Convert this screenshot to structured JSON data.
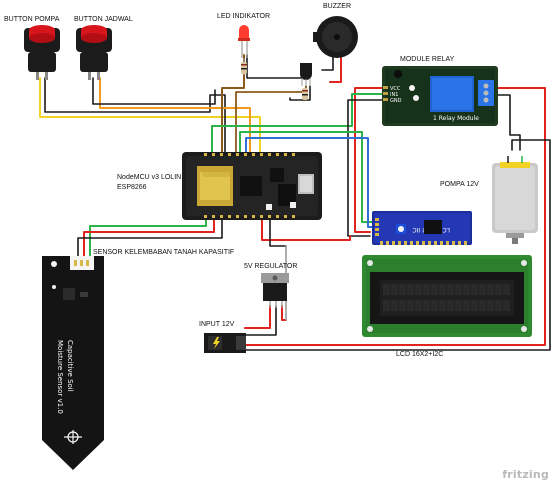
{
  "labels": {
    "button_pompa": "BUTTON POMPA",
    "button_jadwal": "BUTTON JADWAL",
    "led_indikator": "LED INDIKATOR",
    "buzzer": "BUZZER",
    "module_relay": "MODULE RELAY",
    "nodemcu_line1": "NodeMCU v3 LOLIN",
    "nodemcu_line2": "ESP8266",
    "pompa": "POMPA 12V",
    "sensor": "SENSOR KELEMBABAN TANAH KAPASITIF",
    "regulator": "5V REGULATOR",
    "input12v": "INPUT 12V",
    "lcd": "LCD 16X2+I2C"
  },
  "relay_board": {
    "pins": [
      "VCC",
      "IN1",
      "GND"
    ],
    "caption": "1 Relay Module"
  },
  "i2c_board": {
    "caption": "LCM1602 IIC"
  },
  "moisture_sensor": {
    "line1": "Capacitive Soil",
    "line2": "Moisture Sensor v1.0"
  },
  "brand": "fritzing",
  "colors": {
    "wire_red": "#e0231e",
    "wire_black": "#1a1a1a",
    "wire_green": "#2cb34a",
    "wire_blue": "#2f6fd6",
    "wire_yellow": "#f2d323",
    "wire_orange": "#f39a1e",
    "wire_brown": "#8b5a1b",
    "pcb_green": "#2f8a2f",
    "relay_board": "#1f3b1f",
    "i2c_board": "#1b2e9a",
    "button_red": "#d8141c"
  }
}
